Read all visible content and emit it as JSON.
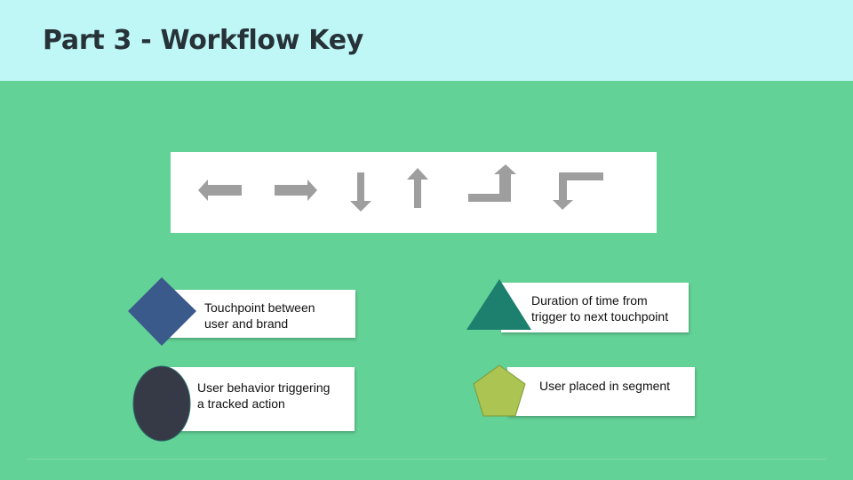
{
  "slide": {
    "title": "Part 3 - Workflow Key"
  },
  "arrows": [
    {
      "icon": "arrow-left-icon"
    },
    {
      "icon": "arrow-right-icon"
    },
    {
      "icon": "arrow-down-icon"
    },
    {
      "icon": "arrow-up-icon"
    },
    {
      "icon": "elbow-arrow-up-icon"
    },
    {
      "icon": "elbow-arrow-down-icon"
    }
  ],
  "legend": [
    {
      "shape": "diamond",
      "color": "#3b5a8c",
      "text": "Touchpoint between\nuser and brand"
    },
    {
      "shape": "triangle",
      "color": "#1d7f6d",
      "text": "Duration of time from\ntrigger to next touchpoint"
    },
    {
      "shape": "ellipse",
      "color": "#363a46",
      "text": "User behavior triggering\na tracked action"
    },
    {
      "shape": "pentagon",
      "color": "#abc452",
      "text": "User placed in segment"
    }
  ],
  "colors": {
    "background": "#63d297",
    "header": "#bff6f6",
    "arrow": "#9e9e9e"
  }
}
